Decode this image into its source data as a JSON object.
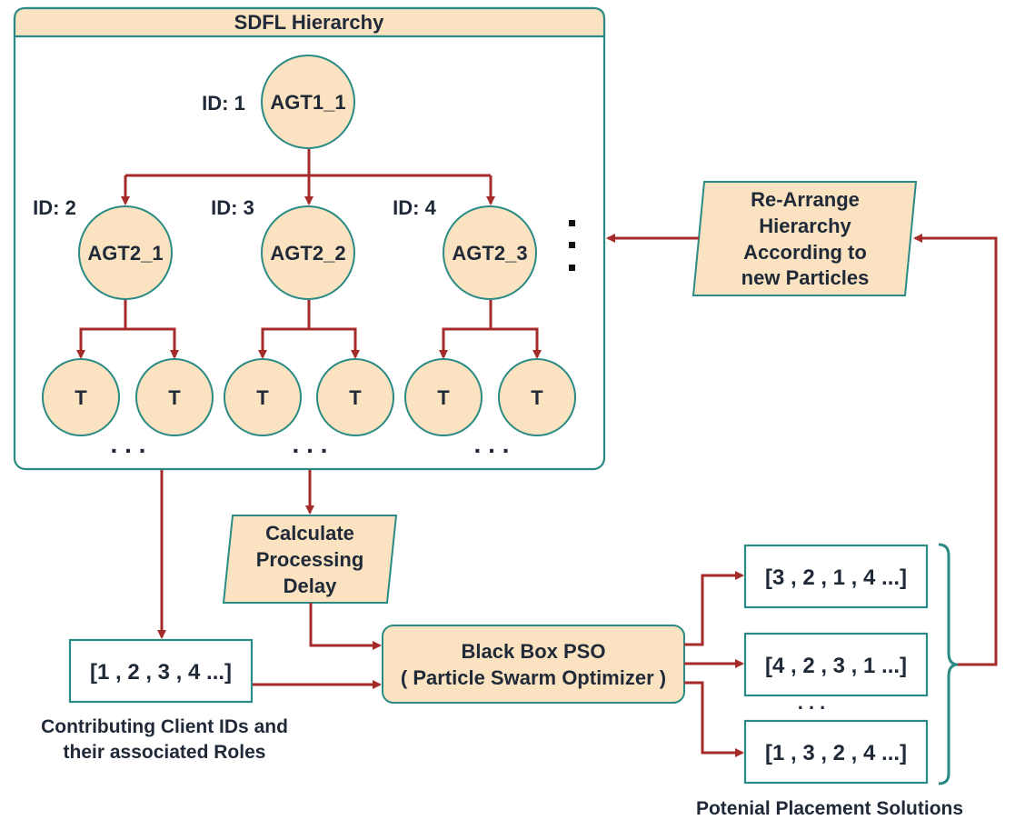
{
  "hierarchy": {
    "title": "SDFL Hierarchy",
    "root": {
      "id_label": "ID: 1",
      "label": "AGT1_1"
    },
    "level2": [
      {
        "id_label": "ID: 2",
        "label": "AGT2_1"
      },
      {
        "id_label": "ID: 3",
        "label": "AGT2_2"
      },
      {
        "id_label": "ID: 4",
        "label": "AGT2_3"
      }
    ],
    "leaf_label": "T",
    "ellipsis": ". . ."
  },
  "rearrange": {
    "lines": [
      "Re-Arrange",
      "Hierarchy",
      "According to",
      "new Particles"
    ]
  },
  "calc_delay": {
    "lines": [
      "Calculate",
      "Processing",
      "Delay"
    ]
  },
  "client_ids": {
    "value": "[1 , 2 , 3 , 4 ...]",
    "caption_lines": [
      "Contributing Client IDs and",
      "their associated Roles"
    ]
  },
  "pso": {
    "lines": [
      "Black Box PSO",
      "( Particle Swarm Optimizer )"
    ]
  },
  "solutions": {
    "items": [
      "[3 , 2 , 1 , 4 ...]",
      "[4 , 2 , 3 , 1 ...]",
      "[1 , 3 , 2 , 4 ...]"
    ],
    "ellipsis": ". . .",
    "caption": "Potenial Placement Solutions"
  },
  "colors": {
    "node_fill": "#fbe3c1",
    "border": "#2a8a84",
    "arrow": "#a52a2a"
  }
}
